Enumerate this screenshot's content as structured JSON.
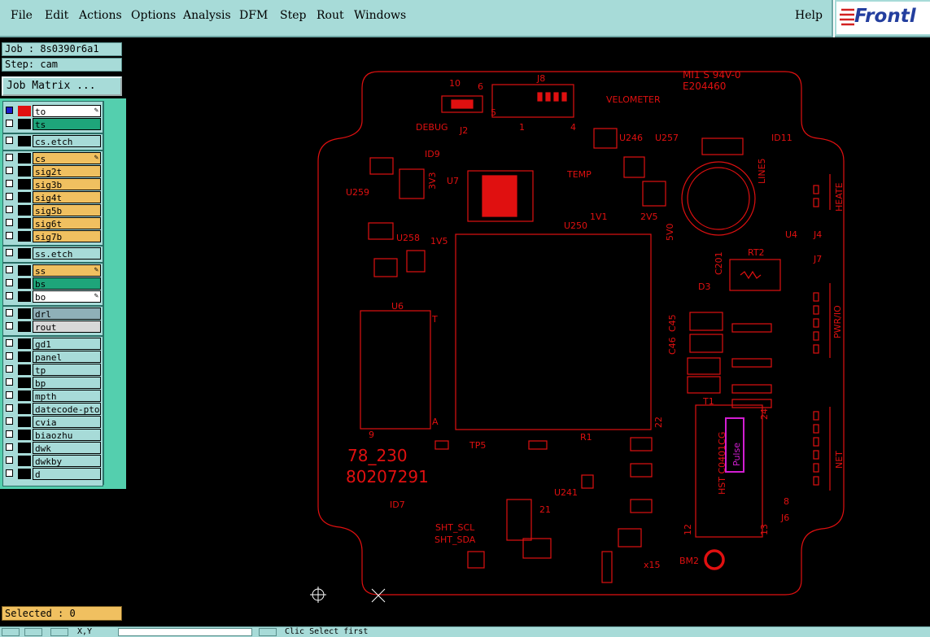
{
  "menubar": {
    "items": [
      "File",
      "Edit",
      "Actions",
      "Options",
      "Analysis",
      "DFM",
      "Step",
      "Rout",
      "Windows"
    ],
    "help": "Help",
    "logo": "Frontl"
  },
  "job": {
    "label": "Job : 8s0390r6a1",
    "step": "Step: cam",
    "matrix_button": "Job Matrix ..."
  },
  "layers": [
    {
      "name": "to",
      "color": "#ffffff",
      "active": true,
      "mark": "red"
    },
    {
      "name": "ts",
      "color": "#1ea57a"
    },
    {
      "name": "cs.etch",
      "color": "#a7dbd8"
    },
    {
      "name": "cs",
      "color": "#f0c060"
    },
    {
      "name": "sig2t",
      "color": "#f0c060"
    },
    {
      "name": "sig3b",
      "color": "#f0c060"
    },
    {
      "name": "sig4t",
      "color": "#f0c060"
    },
    {
      "name": "sig5b",
      "color": "#f0c060"
    },
    {
      "name": "sig6t",
      "color": "#f0c060"
    },
    {
      "name": "sig7b",
      "color": "#f0c060"
    },
    {
      "name": "ss.etch",
      "color": "#a7dbd8"
    },
    {
      "name": "ss",
      "color": "#f0c060"
    },
    {
      "name": "bs",
      "color": "#1ea57a"
    },
    {
      "name": "bo",
      "color": "#ffffff"
    },
    {
      "name": "drl",
      "color": "#8fb0b8"
    },
    {
      "name": "rout",
      "color": "#d8d8d8"
    },
    {
      "name": "gd1",
      "color": "#a7dbd8"
    },
    {
      "name": "panel",
      "color": "#a7dbd8"
    },
    {
      "name": "tp",
      "color": "#a7dbd8"
    },
    {
      "name": "bp",
      "color": "#a7dbd8"
    },
    {
      "name": "mpth",
      "color": "#a7dbd8"
    },
    {
      "name": "datecode-pto",
      "color": "#a7dbd8"
    },
    {
      "name": "cvia",
      "color": "#a7dbd8"
    },
    {
      "name": "biaozhu",
      "color": "#a7dbd8"
    },
    {
      "name": "dwk",
      "color": "#a7dbd8"
    },
    {
      "name": "dwkby",
      "color": "#a7dbd8"
    },
    {
      "name": "d",
      "color": "#a7dbd8"
    }
  ],
  "selected": "Selected : 0",
  "statusbar": {
    "coord_label": "X,Y",
    "message": "Clic Select first"
  },
  "board": {
    "color": "#e01010",
    "highlight": "#d21ed2",
    "labels": {
      "j8": "J8",
      "debug": "DEBUG",
      "j2": "J2",
      "velometer": "VELOMETER",
      "mark1": "MI1 S 94V-0",
      "mark2": "E204460",
      "u246": "U246",
      "u257": "U257",
      "id11": "ID11",
      "id9": "ID9",
      "temp": "TEMP",
      "u7": "U7",
      "u259": "U259",
      "3v3": "3V3",
      "u258": "U258",
      "1v5": "1V5",
      "1v1": "1V1",
      "2v5": "2V5",
      "5v0": "5V0",
      "u250": "U250",
      "c201": "C201",
      "line5": "LINE5",
      "heate": "HEATE",
      "u4": "U4",
      "j4": "J4",
      "j7": "J7",
      "rt2": "RT2",
      "d3": "D3",
      "u6": "U6",
      "c45": "C45",
      "c46": "C46",
      "pwrio": "PWR/IO",
      "tp5": "TP5",
      "r1": "R1",
      "t1": "T1",
      "net": "NET",
      "code1": "78_230",
      "code2": "80207291",
      "id7": "ID7",
      "u241": "U241",
      "sht_scl": "SHT_SCL",
      "sht_sda": "SHT_SDA",
      "bm2": "BM2",
      "j6": "J6",
      "x15": "x15",
      "pulse": "Pulse",
      "hst": "HST C0401CG",
      "n10": "10",
      "n6": "6",
      "n5": "5",
      "n1": "1",
      "n4": "4",
      "n9": "9",
      "n22": "22",
      "n24": "24",
      "n12": "12",
      "n13": "13",
      "n21": "21",
      "nA": "A",
      "nT": "T",
      "n8": "8"
    }
  }
}
